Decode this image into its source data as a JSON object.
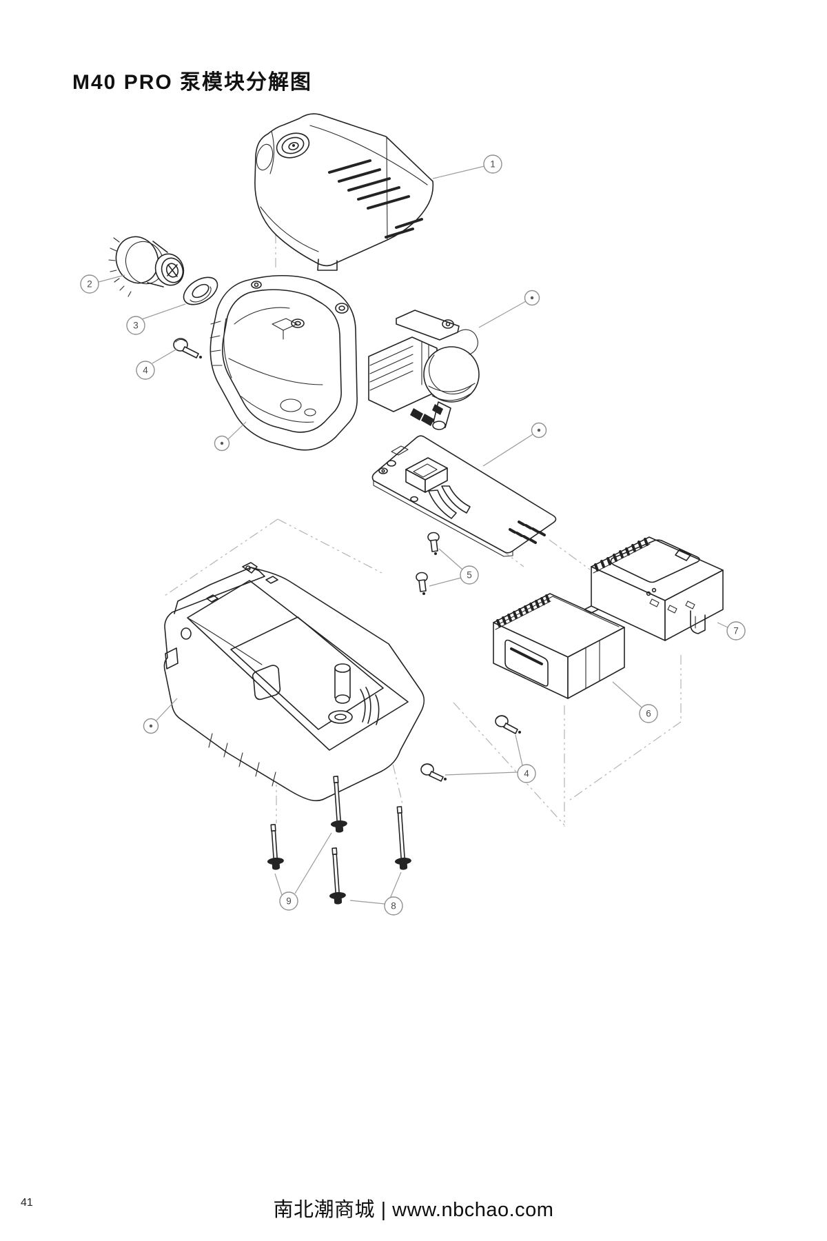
{
  "page": {
    "title": "M40 PRO 泵模块分解图",
    "page_number": "41",
    "footer": "南北潮商城 | www.nbchao.com"
  },
  "diagram": {
    "kind": "exploded-parts-line-drawing",
    "callouts": {
      "c1": "1",
      "c2": "2",
      "c3": "3",
      "c4a": "4",
      "c4b": "4",
      "c5": "5",
      "c6": "6",
      "c7": "7",
      "c8": "8",
      "c9": "9",
      "dot": "•"
    },
    "colors": {
      "ink": "#232323",
      "leader": "#9a9a9a",
      "chain": "#b3b3b3",
      "callout_ring": "#8f8f8f",
      "background": "#ffffff"
    }
  }
}
